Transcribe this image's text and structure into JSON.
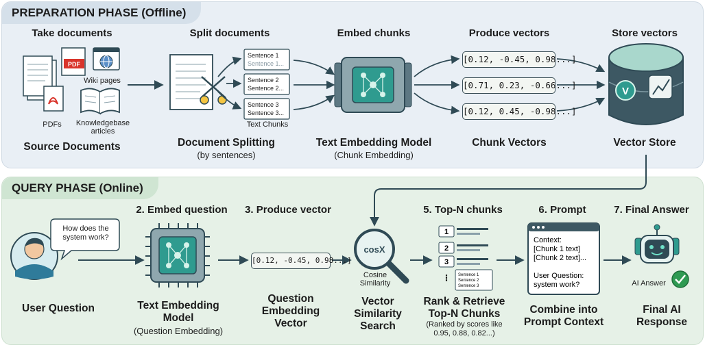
{
  "prep": {
    "title": "PREPARATION PHASE (Offline)",
    "steps": [
      "Take documents",
      "Split documents",
      "Embed chunks",
      "Produce vectors",
      "Store vectors"
    ],
    "doc_labels": {
      "pdf": "PDF",
      "wiki": "Wiki pages",
      "pdfs": "PDFs",
      "kb": "Knowledgebase articles"
    },
    "chunks": [
      "Sentence 1",
      "Sentence 1...",
      "Sentence 2",
      "Sentence 2...",
      "Sentence 3",
      "Sentence 3..."
    ],
    "text_chunks": "Text Chunks",
    "vectors": [
      "[0.12, -0.45, 0.98...]",
      "[0.71, 0.23, -0.66...]",
      "[0.12, 0.45, -0.98...]"
    ],
    "captions": {
      "source": "Source Documents",
      "split": "Document Splitting",
      "split_sub": "(by sentences)",
      "embed": "Text Embedding Model",
      "embed_sub": "(Chunk Embedding)",
      "chunk_vectors": "Chunk Vectors",
      "store": "Vector Store"
    },
    "store_icon_letter": "V"
  },
  "query": {
    "title": "QUERY PHASE (Online)",
    "steps": [
      "2. Embed question",
      "3. Produce vector",
      "5. Top-N chunks",
      "6. Prompt",
      "7. Final Answer"
    ],
    "bubble": "How does the system work?",
    "vector": "[0.12, -0.45, 0.98...]",
    "cos_label": "cosX",
    "cos_caption": "Cosine Similarity",
    "rank_items": [
      "1",
      "2",
      "3",
      "⋮"
    ],
    "rank_doc": [
      "Sentence 1",
      "Sentence 2",
      "Sentence 3"
    ],
    "prompt_lines": [
      "Context:",
      "[Chunk 1 text]",
      "[Chunk 2 text]...",
      "",
      "User Question:",
      "system work?"
    ],
    "ai_answer": "AI Answer",
    "captions": {
      "user": "User Question",
      "embed": "Text Embedding Model",
      "embed_sub": "(Question Embedding)",
      "qvec": "Question Embedding Vector",
      "search": "Vector Similarity Search",
      "rank": "Rank & Retrieve Top-N Chunks",
      "rank_sub": "(Ranked by scores like 0.95, 0.88, 0.82...)",
      "prompt": "Combine into Prompt Context",
      "final": "Final AI Response"
    }
  },
  "colors": {
    "dark": "#2f4a55",
    "teal": "#2f9b8f",
    "green": "#2e9a52",
    "store_top": "#a9d7cc",
    "pdf_red": "#d9342b"
  }
}
